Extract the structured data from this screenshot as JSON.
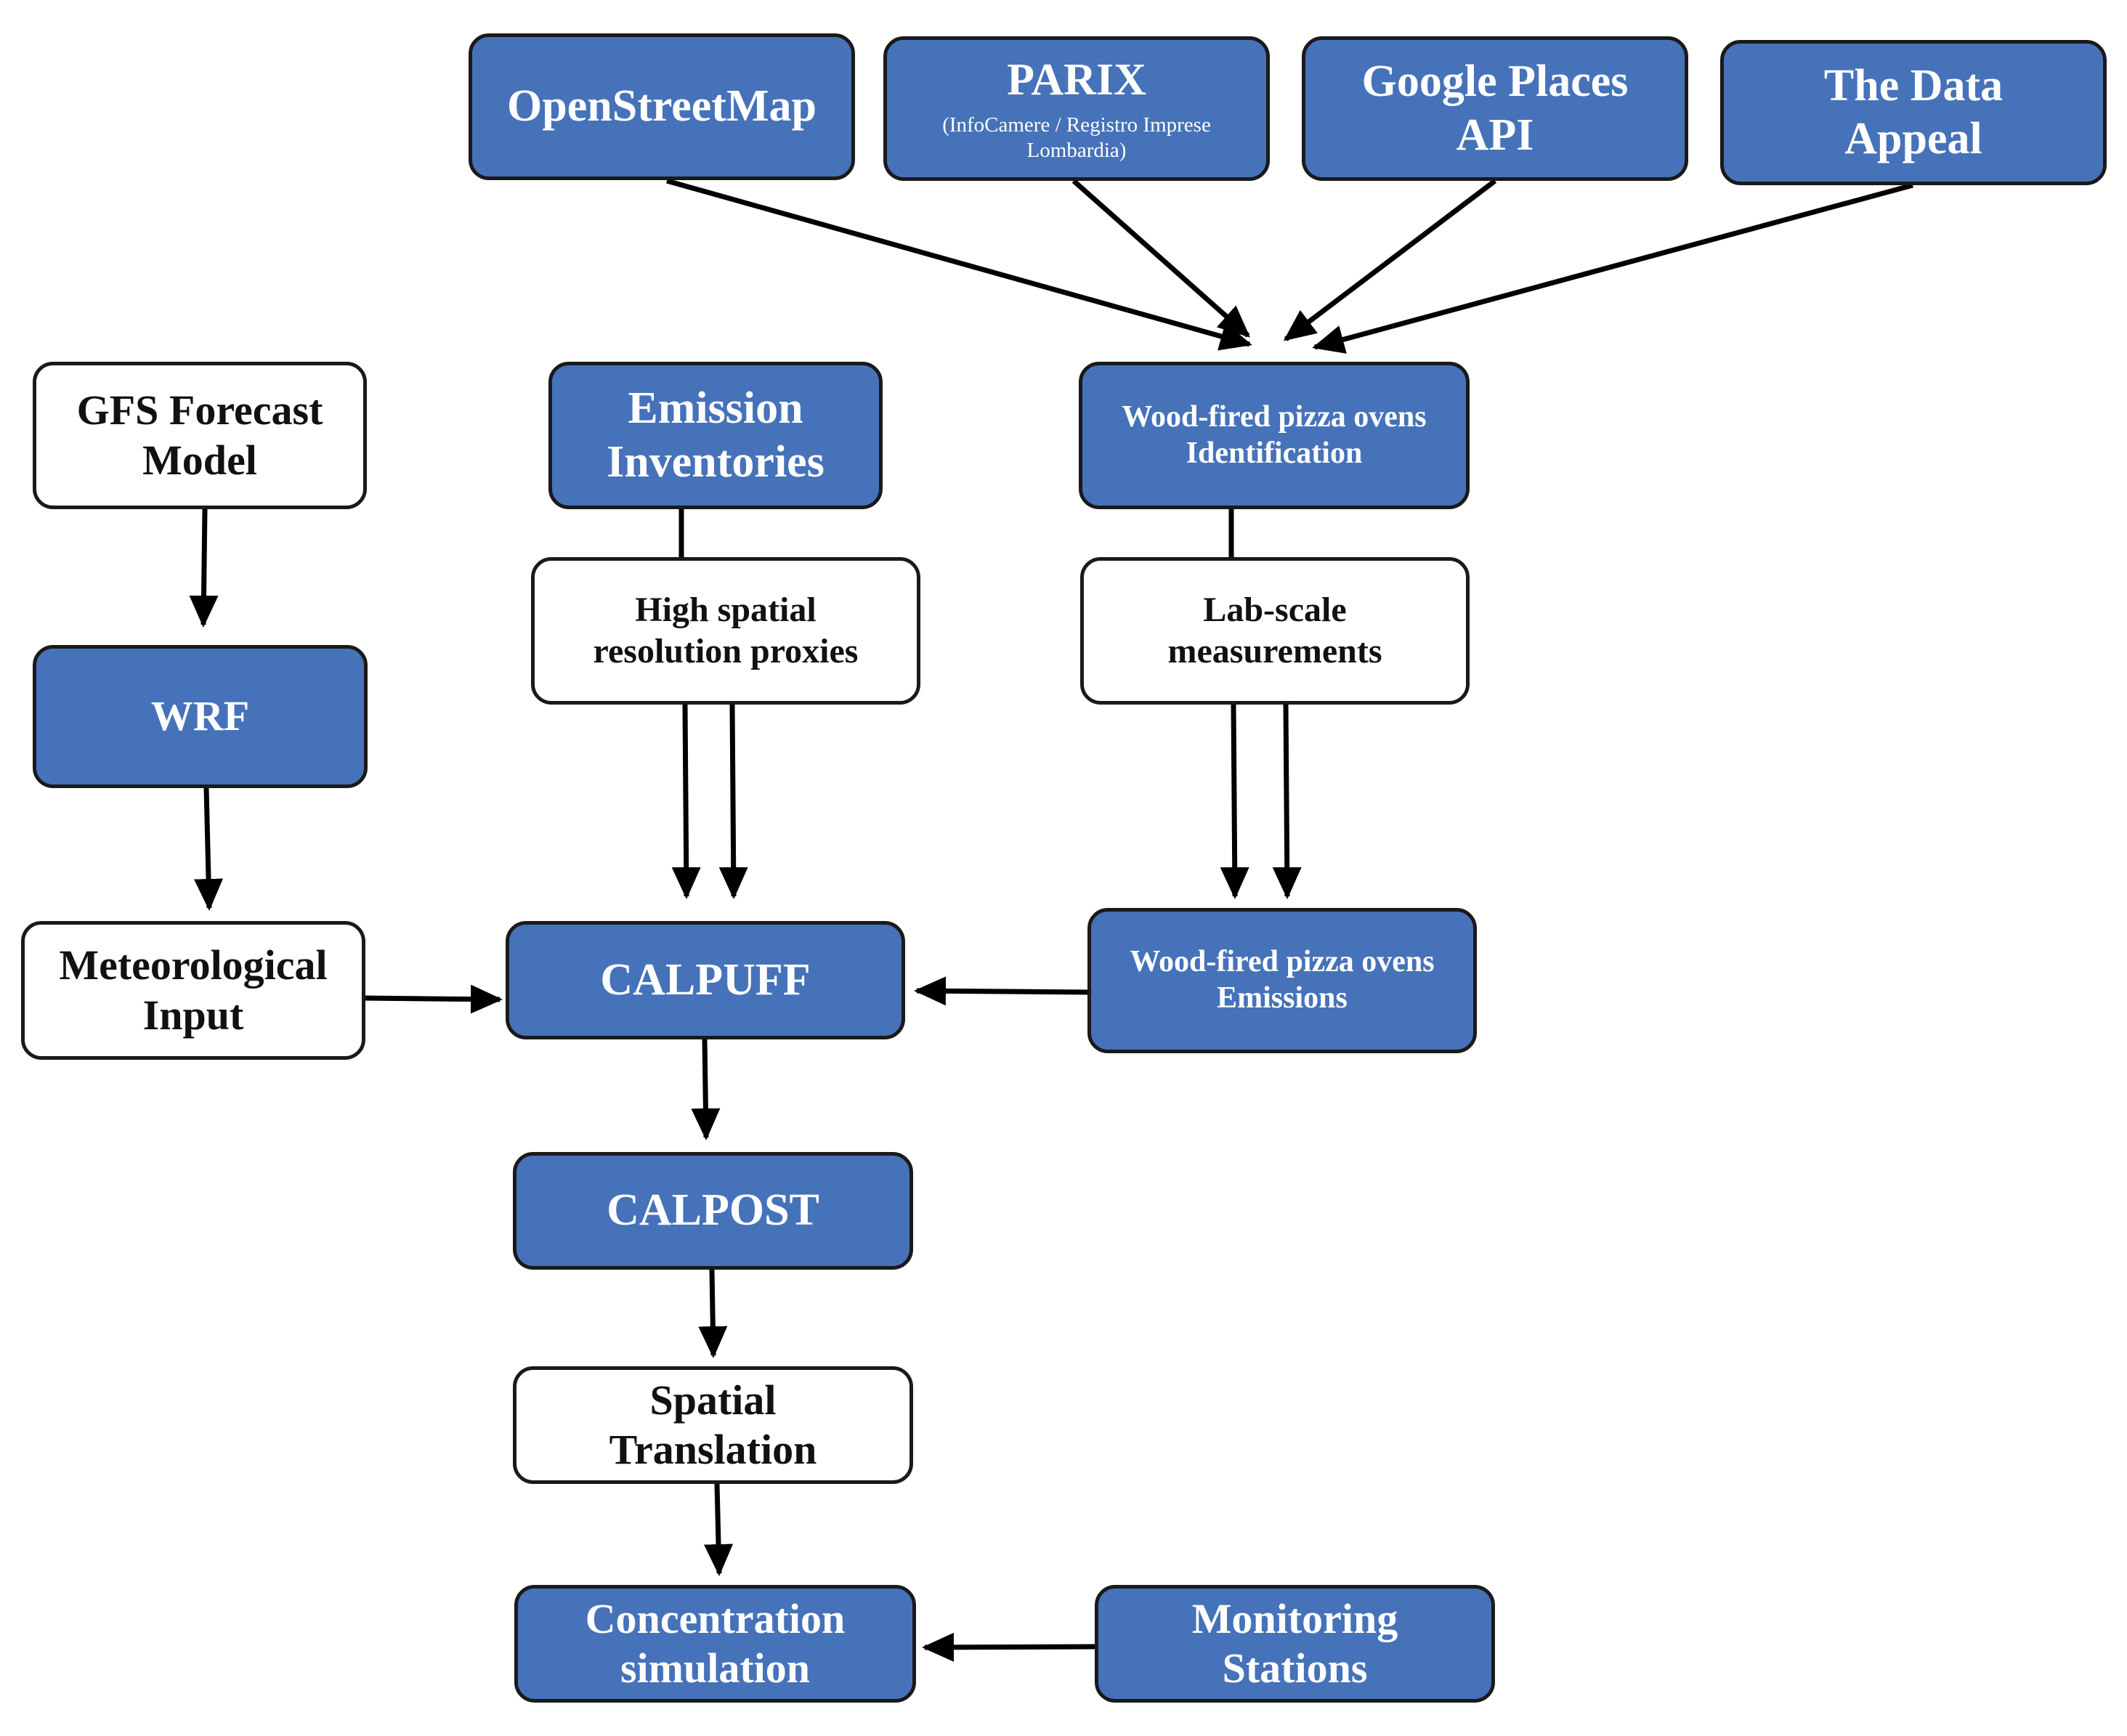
{
  "nodes": {
    "osm": {
      "label": "OpenStreetMap"
    },
    "parix": {
      "label": "PARIX",
      "sub": "(InfoCamere / Registro Imprese Lombardia)"
    },
    "google": {
      "label": "Google Places API"
    },
    "dataappeal": {
      "label": "The Data Appeal"
    },
    "gfs": {
      "label": "GFS Forecast Model"
    },
    "emission": {
      "label": "Emission Inventories"
    },
    "ovens_id": {
      "label": "Wood-fired pizza ovens Identification"
    },
    "proxies": {
      "label": "High spatial resolution proxies"
    },
    "lab": {
      "label": "Lab-scale measurements"
    },
    "wrf": {
      "label": "WRF"
    },
    "met": {
      "label": "Meteorological Input"
    },
    "calpuff": {
      "label": "CALPUFF"
    },
    "ovens_em": {
      "label": "Wood-fired pizza ovens Emissions"
    },
    "calpost": {
      "label": "CALPOST"
    },
    "spatial": {
      "label": "Spatial Translation"
    },
    "conc": {
      "label": "Concentration simulation"
    },
    "monitoring": {
      "label": "Monitoring Stations"
    }
  },
  "colors": {
    "box_blue": "#4672b9",
    "box_white": "#ffffff",
    "line": "#000000"
  },
  "edges": [
    {
      "from": "osm",
      "to": "ovens_id"
    },
    {
      "from": "parix",
      "to": "ovens_id"
    },
    {
      "from": "google",
      "to": "ovens_id"
    },
    {
      "from": "dataappeal",
      "to": "ovens_id"
    },
    {
      "from": "gfs",
      "to": "wrf"
    },
    {
      "from": "wrf",
      "to": "met"
    },
    {
      "from": "met",
      "to": "calpuff"
    },
    {
      "from": "emission",
      "to": "proxies"
    },
    {
      "from": "proxies",
      "to": "calpuff"
    },
    {
      "from": "ovens_id",
      "to": "lab"
    },
    {
      "from": "lab",
      "to": "ovens_em"
    },
    {
      "from": "ovens_em",
      "to": "calpuff"
    },
    {
      "from": "calpuff",
      "to": "calpost"
    },
    {
      "from": "calpost",
      "to": "spatial"
    },
    {
      "from": "spatial",
      "to": "conc"
    },
    {
      "from": "monitoring",
      "to": "conc"
    }
  ]
}
